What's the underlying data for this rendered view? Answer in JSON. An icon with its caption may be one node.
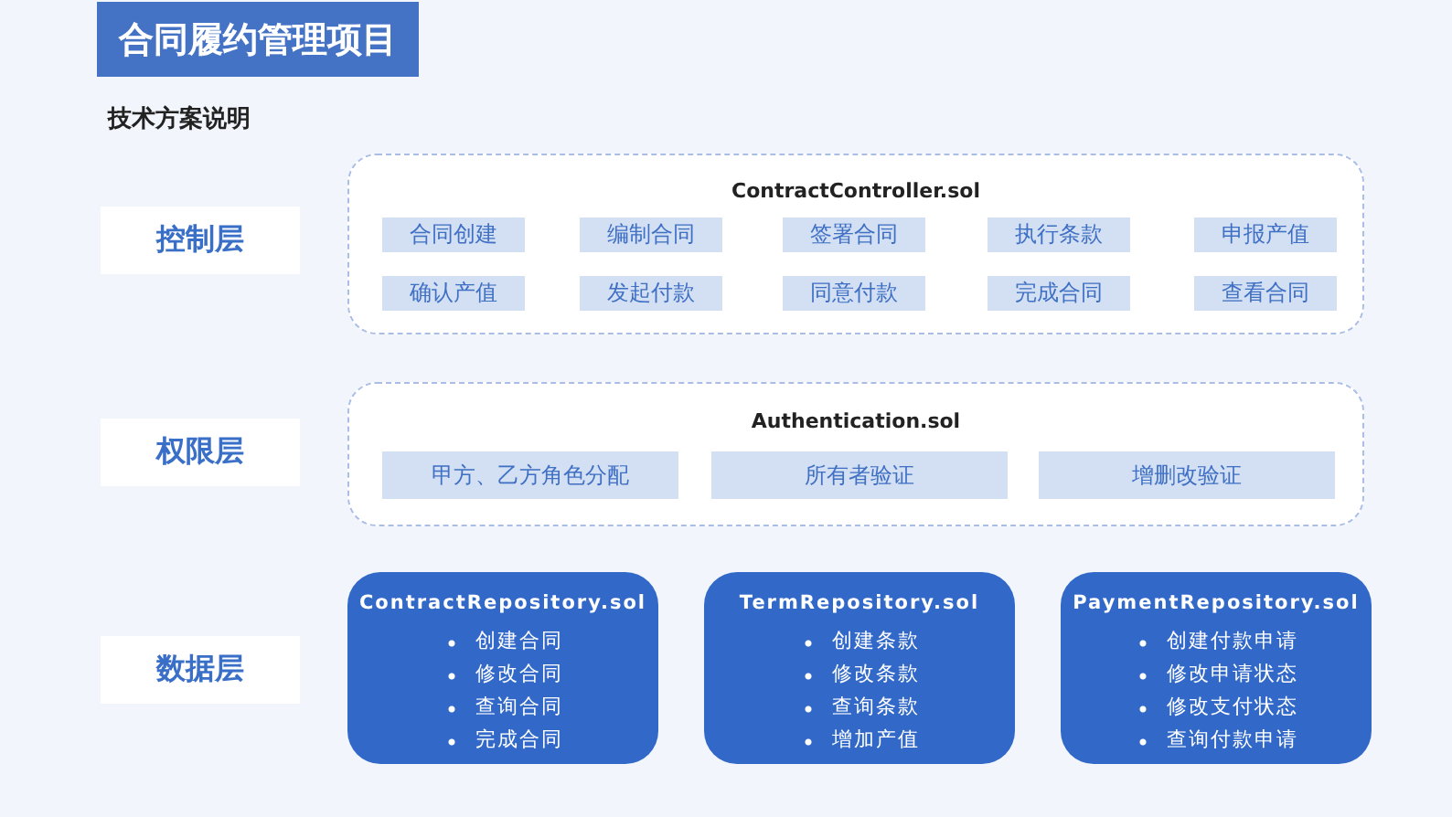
{
  "diagram": {
    "title": "合同履约管理项目",
    "nodes": [
      {
        "text": [
          "控制层"
        ]
      },
      {
        "text": [
          "ContractController.sol"
        ]
      },
      {
        "text": [
          "合同创建"
        ],
        "in": 1
      },
      {
        "text": [
          "编制合同"
        ],
        "in": 1
      },
      {
        "text": [
          "签署合同"
        ],
        "in": 1
      },
      {
        "text": [
          "执行条款"
        ],
        "in": 1
      },
      {
        "text": [
          "申报产值"
        ],
        "in": 1
      },
      {
        "text": [
          "确认产值"
        ],
        "in": 1
      },
      {
        "text": [
          "发起付款"
        ],
        "in": 1
      },
      {
        "text": [
          "同意付款"
        ],
        "in": 1
      },
      {
        "text": [
          "完成合同"
        ],
        "in": 1
      },
      {
        "text": [
          "查看合同"
        ],
        "in": 1
      },
      {
        "text": [
          "权限层"
        ]
      },
      {
        "text": [
          "Authentication.sol"
        ]
      },
      {
        "text": [
          "甲方、乙方角色分配"
        ],
        "in": 13
      },
      {
        "text": [
          "所有者验证"
        ],
        "in": 13
      },
      {
        "text": [
          "增删改验证"
        ],
        "in": 13
      },
      {
        "text": [
          "数据层"
        ]
      },
      {
        "text": [
          "ContractRepository.sol",
          "创建合同",
          "修改合同",
          "查询合同",
          "完成合同"
        ]
      },
      {
        "text": [
          "TermRepository.sol",
          "创建条款",
          "修改条款",
          "查询条款",
          "增加产值"
        ]
      },
      {
        "text": [
          "PaymentRepository.sol",
          "创建付款申请",
          "修改申请状态",
          "修改支付状态",
          "查询付款申请"
        ]
      }
    ],
    "labels": [
      "技术方案说明"
    ]
  }
}
